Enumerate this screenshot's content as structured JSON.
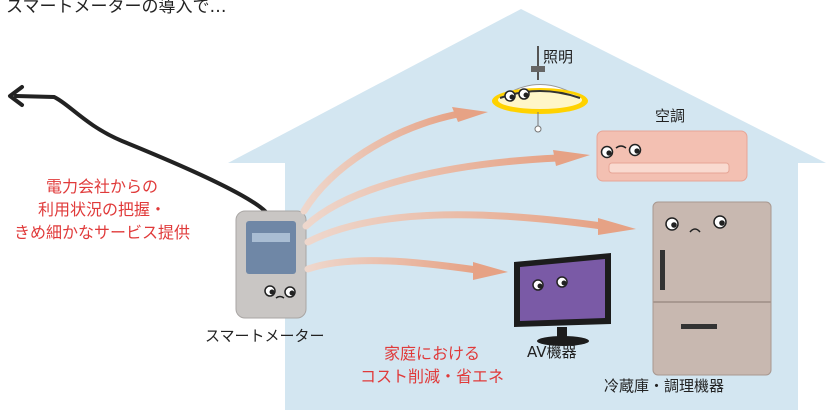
{
  "title": "スマートメーターの導入で…",
  "labels": {
    "lighting": "照明",
    "air_conditioner": "空調",
    "smart_meter": "スマートメーター",
    "av_equipment": "AV機器",
    "fridge_cooking": "冷蔵庫・調理機器"
  },
  "utility_note": [
    "電力会社からの",
    "利用状況の把握・",
    "きめ細かなサービス提供"
  ],
  "home_note": [
    "家庭における",
    "コスト削減・省エネ"
  ],
  "colors": {
    "house": "#d3e6f1",
    "arrow": "#e6a285",
    "accent_text": "#e03a3a",
    "meter_body": "#c9c6c4",
    "meter_screen": "#6f87a6",
    "tv_screen": "#7a5aa6",
    "fridge": "#c8b8b0",
    "ac": "#f3c0b2",
    "lamp_glow": "#ffd200"
  }
}
